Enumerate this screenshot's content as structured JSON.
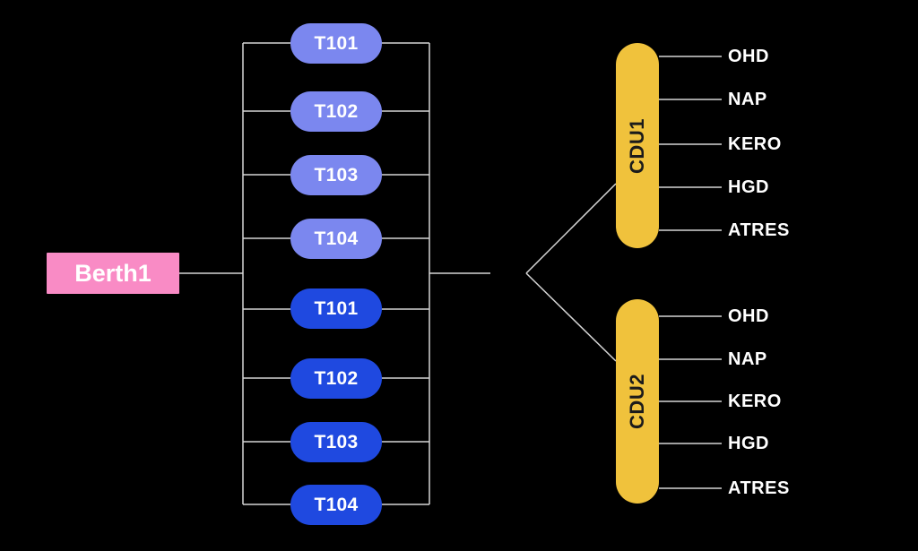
{
  "colors": {
    "background": "#000000",
    "line": "#d6d6d6",
    "tank-light": "#7B87EF",
    "tank-dark": "#1F49E0",
    "berth-pink": "#F98BC5",
    "unit-yellow": "#F0C23C",
    "text-light": "#FFFFFF",
    "text-dark": "#1B1B1B"
  },
  "berth": {
    "label": "Berth1"
  },
  "tanks": [
    {
      "label": "T101",
      "variant": "light"
    },
    {
      "label": "T102",
      "variant": "light"
    },
    {
      "label": "T103",
      "variant": "light"
    },
    {
      "label": "T104",
      "variant": "light"
    },
    {
      "label": "T101",
      "variant": "dark"
    },
    {
      "label": "T102",
      "variant": "dark"
    },
    {
      "label": "T103",
      "variant": "dark"
    },
    {
      "label": "T104",
      "variant": "dark"
    }
  ],
  "units": [
    {
      "label": "CDU1",
      "outputs": [
        "OHD",
        "NAP",
        "KERO",
        "HGD",
        "ATRES"
      ]
    },
    {
      "label": "CDU2",
      "outputs": [
        "OHD",
        "NAP",
        "KERO",
        "HGD",
        "ATRES"
      ]
    }
  ]
}
